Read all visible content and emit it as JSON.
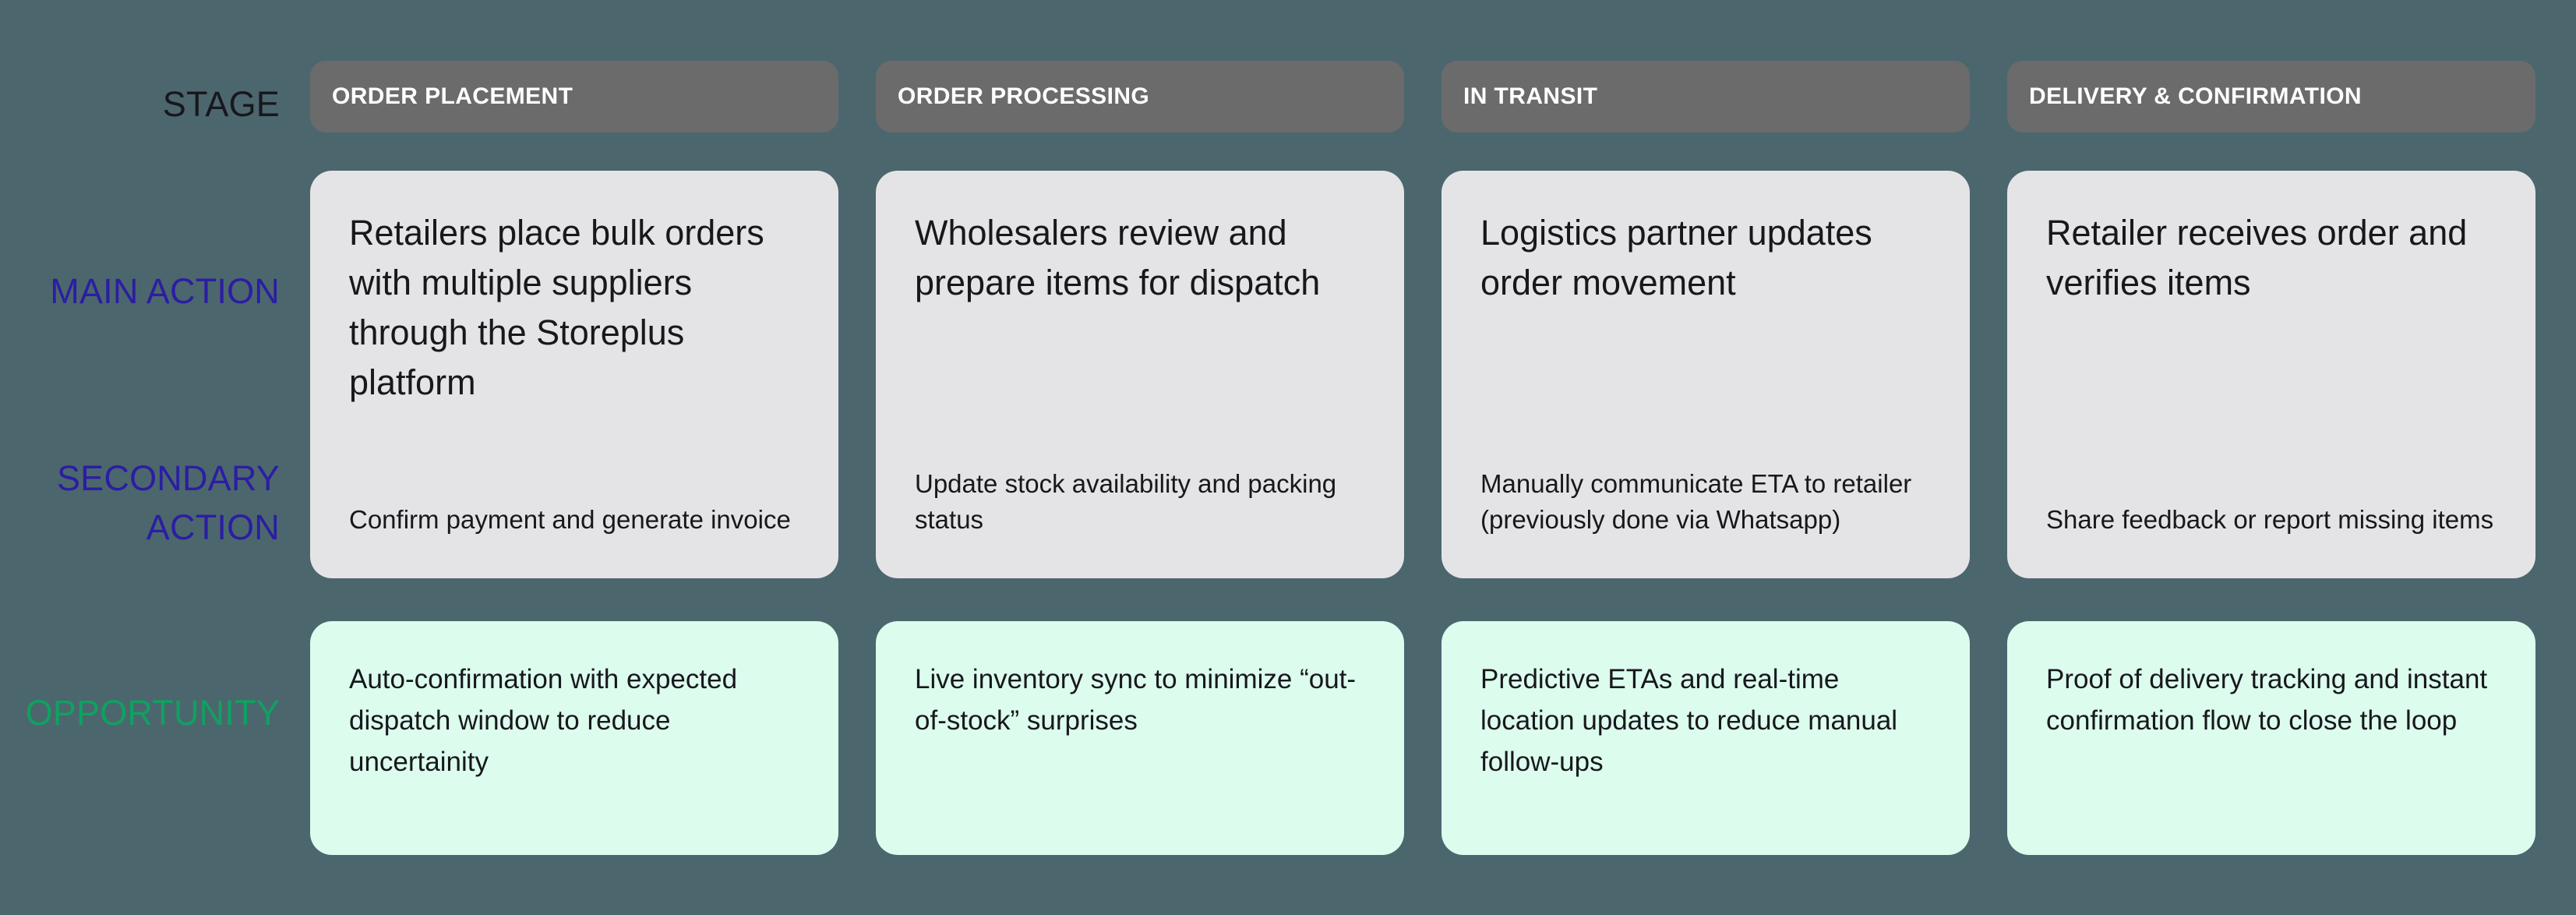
{
  "colors": {
    "bg": "#4C666E",
    "pill_bg": "#6B6B6B",
    "pill_text": "#FFFFFF",
    "card_bg": "#E4E4E6",
    "opp_bg": "#DCFCEE",
    "ink": "#17181C",
    "label_indigo": "#2B1EA2",
    "label_green": "#0FA161"
  },
  "row_labels": {
    "stage": "STAGE",
    "main_action": "MAIN ACTION",
    "secondary_action": "SECONDARY ACTION",
    "opportunity": "OPPORTUNITY"
  },
  "columns": [
    {
      "stage": "ORDER PLACEMENT",
      "main_action": "Retailers place bulk orders with multiple suppliers through the Storeplus platform",
      "secondary_action": "Confirm payment and generate invoice",
      "opportunity": "Auto-confirmation with expected dispatch window to reduce uncertainity"
    },
    {
      "stage": "ORDER PROCESSING",
      "main_action": "Wholesalers review and prepare items for dispatch",
      "secondary_action": "Update stock availability and packing status",
      "opportunity": "Live inventory sync to minimize “out-of-stock” surprises"
    },
    {
      "stage": "IN TRANSIT",
      "main_action": "Logistics partner updates order movement",
      "secondary_action": "Manually communicate ETA to retailer (previously done via Whatsapp)",
      "opportunity": "Predictive ETAs and real-time location updates to reduce manual follow-ups"
    },
    {
      "stage": "DELIVERY & CONFIRMATION",
      "main_action": "Retailer receives order and verifies items",
      "secondary_action": "Share feedback or report missing items",
      "opportunity": "Proof of delivery tracking and instant confirmation flow to close the loop"
    }
  ]
}
